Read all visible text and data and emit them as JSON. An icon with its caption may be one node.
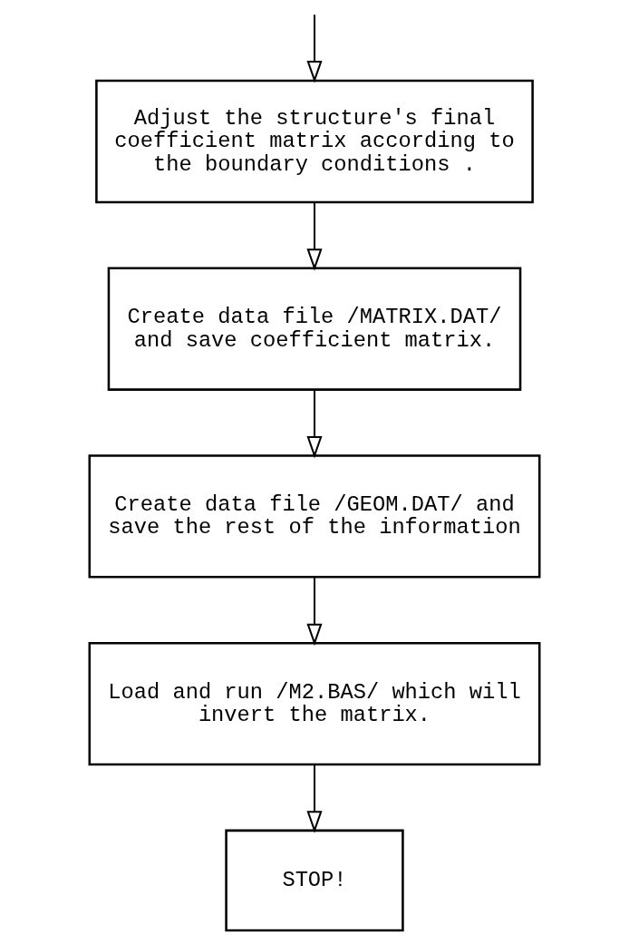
{
  "diagram": {
    "nodes": [
      {
        "text": [
          "Adjust the structure's final coefficient matrix according to the boundary conditions ."
        ]
      },
      {
        "text": [
          "Create data file /MATRIX.DAT/ and save coefficient matrix."
        ]
      },
      {
        "text": [
          "Create data file /GEOM.DAT/ and save the rest of the information"
        ]
      },
      {
        "text": [
          "Load and run /M2.BAS/ which will invert the matrix."
        ]
      },
      {
        "text": [
          "STOP!"
        ]
      }
    ],
    "edges": [
      {
        "from": null,
        "to": 0,
        "arrow": "to"
      },
      {
        "from": 0,
        "to": 1,
        "arrow": "to"
      },
      {
        "from": 1,
        "to": 2,
        "arrow": "to"
      },
      {
        "from": 2,
        "to": 3,
        "arrow": "to"
      },
      {
        "from": 3,
        "to": 4,
        "arrow": "to"
      }
    ]
  }
}
